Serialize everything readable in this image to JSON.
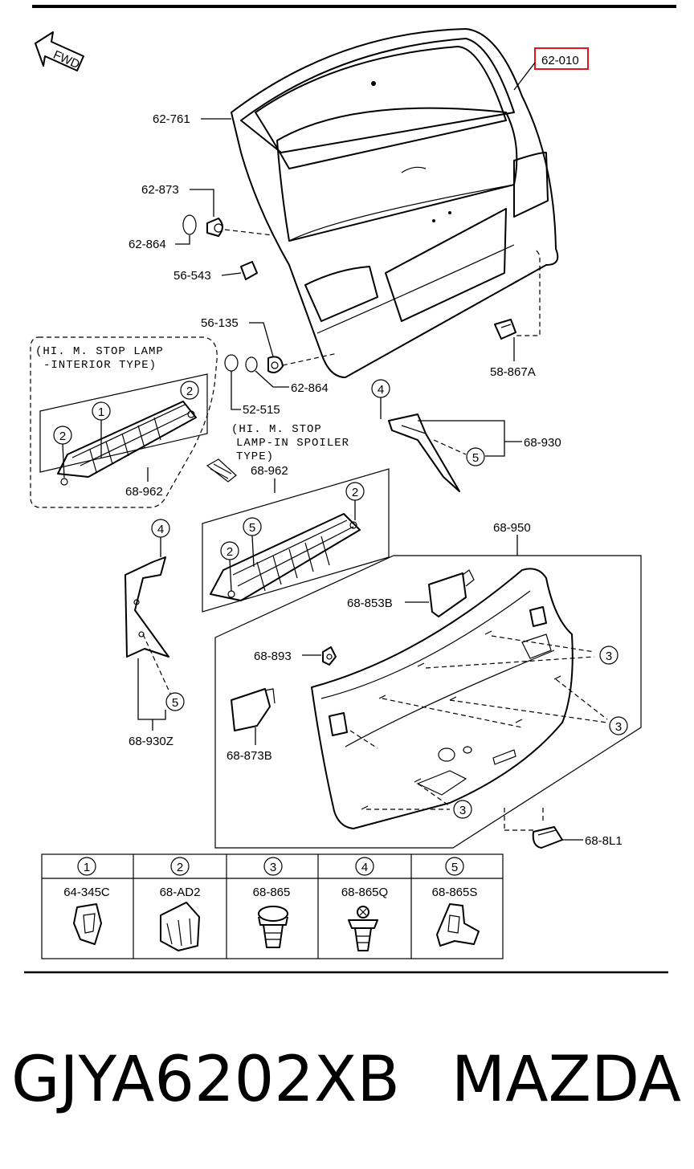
{
  "fwd_label": "FWD",
  "labels": {
    "p62_010": "62-010",
    "p62_761": "62-761",
    "p62_873": "62-873",
    "p62_864a": "62-864",
    "p56_543": "56-543",
    "p56_135": "56-135",
    "p62_864b": "62-864",
    "p52_515": "52-515",
    "p58_867A": "58-867A",
    "p68_930": "68-930",
    "p68_962a": "68-962",
    "p68_962b": "68-962",
    "p68_950": "68-950",
    "p68_853B": "68-853B",
    "p68_893": "68-893",
    "p68_873B": "68-873B",
    "p68_930Z": "68-930Z",
    "p68_8L1": "68-8L1"
  },
  "notes": {
    "interior_line1": "(HI. M. STOP LAMP",
    "interior_line2": "-INTERIOR TYPE)",
    "spoiler_line1": "(HI. M. STOP",
    "spoiler_line2": "LAMP-IN SPOILER",
    "spoiler_line3": "TYPE)"
  },
  "callouts": [
    "1",
    "2",
    "3",
    "4",
    "5"
  ],
  "fastener_table": [
    {
      "num": "1",
      "part": "64-345C"
    },
    {
      "num": "2",
      "part": "68-AD2"
    },
    {
      "num": "3",
      "part": "68-865"
    },
    {
      "num": "4",
      "part": "68-865Q"
    },
    {
      "num": "5",
      "part": "68-865S"
    }
  ],
  "highlight_color": "#e3141c",
  "caption": {
    "part_number": "GJYA6202XB",
    "brand": "MAZDA"
  }
}
